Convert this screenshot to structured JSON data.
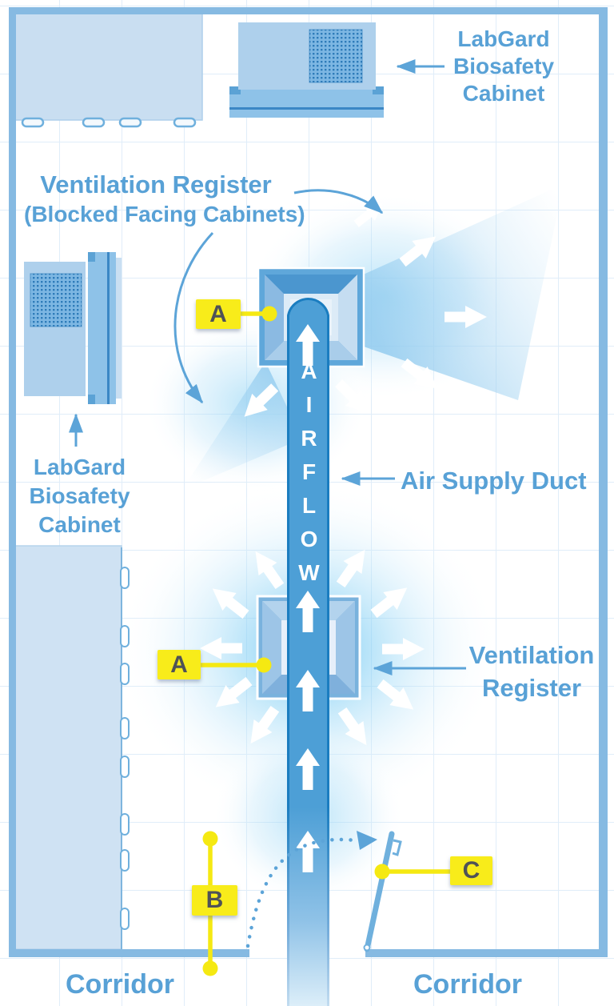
{
  "diagram": {
    "labgard_top": [
      "LabGard",
      "Biosafety",
      "Cabinet"
    ],
    "labgard_left": [
      "LabGard",
      "Biosafety",
      "Cabinet"
    ],
    "vent_blocked_line1": "Ventilation Register",
    "vent_blocked_line2": "(Blocked Facing Cabinets)",
    "air_supply": "Air Supply Duct",
    "vent_right_line1": "Ventilation",
    "vent_right_line2": "Register",
    "airflow": "AIRFLOW",
    "corridor_left": "Corridor",
    "corridor_right": "Corridor",
    "callout_a_top": "A",
    "callout_a_mid": "A",
    "callout_b": "B",
    "callout_c": "C"
  },
  "colors": {
    "accent": "#58a1d6",
    "wall": "#86bae2",
    "duct": "#4d9fd6",
    "ductborder": "#1b7dc0",
    "register": "#5fa7da",
    "glow": "#5ec2f2",
    "yellow": "#f8ec1a",
    "tagtext": "#4f5257"
  }
}
